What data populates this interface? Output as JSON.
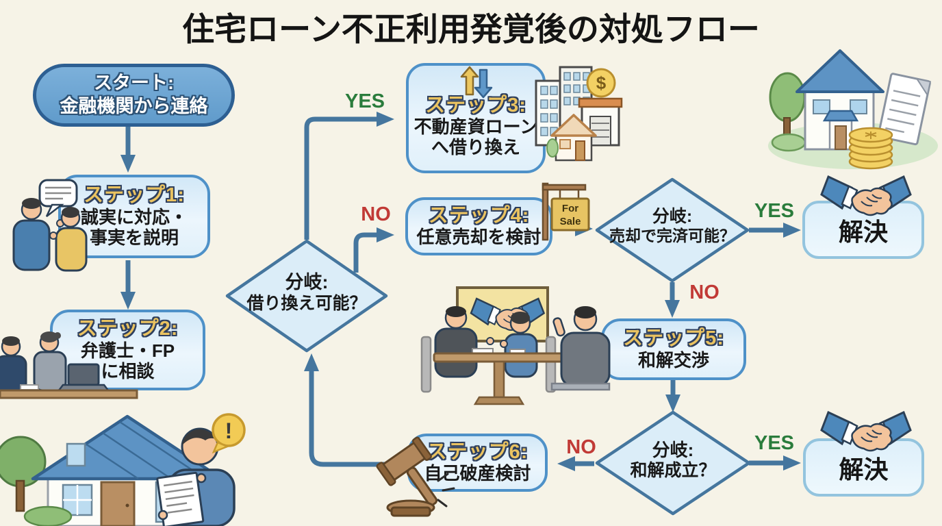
{
  "title": "住宅ローン不正利用発覚後の対処フロー",
  "labels": {
    "yes": "YES",
    "no": "NO"
  },
  "nodes": {
    "start": {
      "title": "スタート:",
      "line1": "金融機関から連絡"
    },
    "step1": {
      "title": "ステップ1:",
      "line1": "誠実に対応・",
      "line2": "事実を説明"
    },
    "step2": {
      "title": "ステップ2:",
      "line1": "弁護士・FP",
      "line2": "に相談"
    },
    "decision1": {
      "title": "分岐:",
      "question": "借り換え可能？"
    },
    "step3": {
      "title": "ステップ3:",
      "line1": "不動産資ローン",
      "line2": "へ借り換え"
    },
    "step4": {
      "title": "ステップ4:",
      "line1": "任意売却を検討"
    },
    "decision2": {
      "title": "分岐:",
      "question": "売却で完済可能？"
    },
    "resolve1": {
      "title": "解決"
    },
    "step5": {
      "title": "ステップ5:",
      "line1": "和解交渉"
    },
    "decision3": {
      "title": "分岐:",
      "question": "和解成立？"
    },
    "resolve2": {
      "title": "解決"
    },
    "step6": {
      "title": "ステップ6:",
      "line1": "自己破産検討"
    }
  },
  "icons": {
    "for_sale_sign": {
      "line1": "For",
      "line2": "Sale"
    },
    "dollar": "$",
    "exclamation": "!"
  },
  "colors": {
    "background": "#f6f3e7",
    "arrow": "#45769e",
    "yes": "#2a7c3c",
    "no": "#c13a36",
    "node_border": "#4e91c8",
    "node_fill": "#ddeef9",
    "start_fill": "#6fa7d4",
    "start_border": "#2d5f92",
    "step_label_gold": "#eac361",
    "resolve_border": "#93c4de"
  }
}
